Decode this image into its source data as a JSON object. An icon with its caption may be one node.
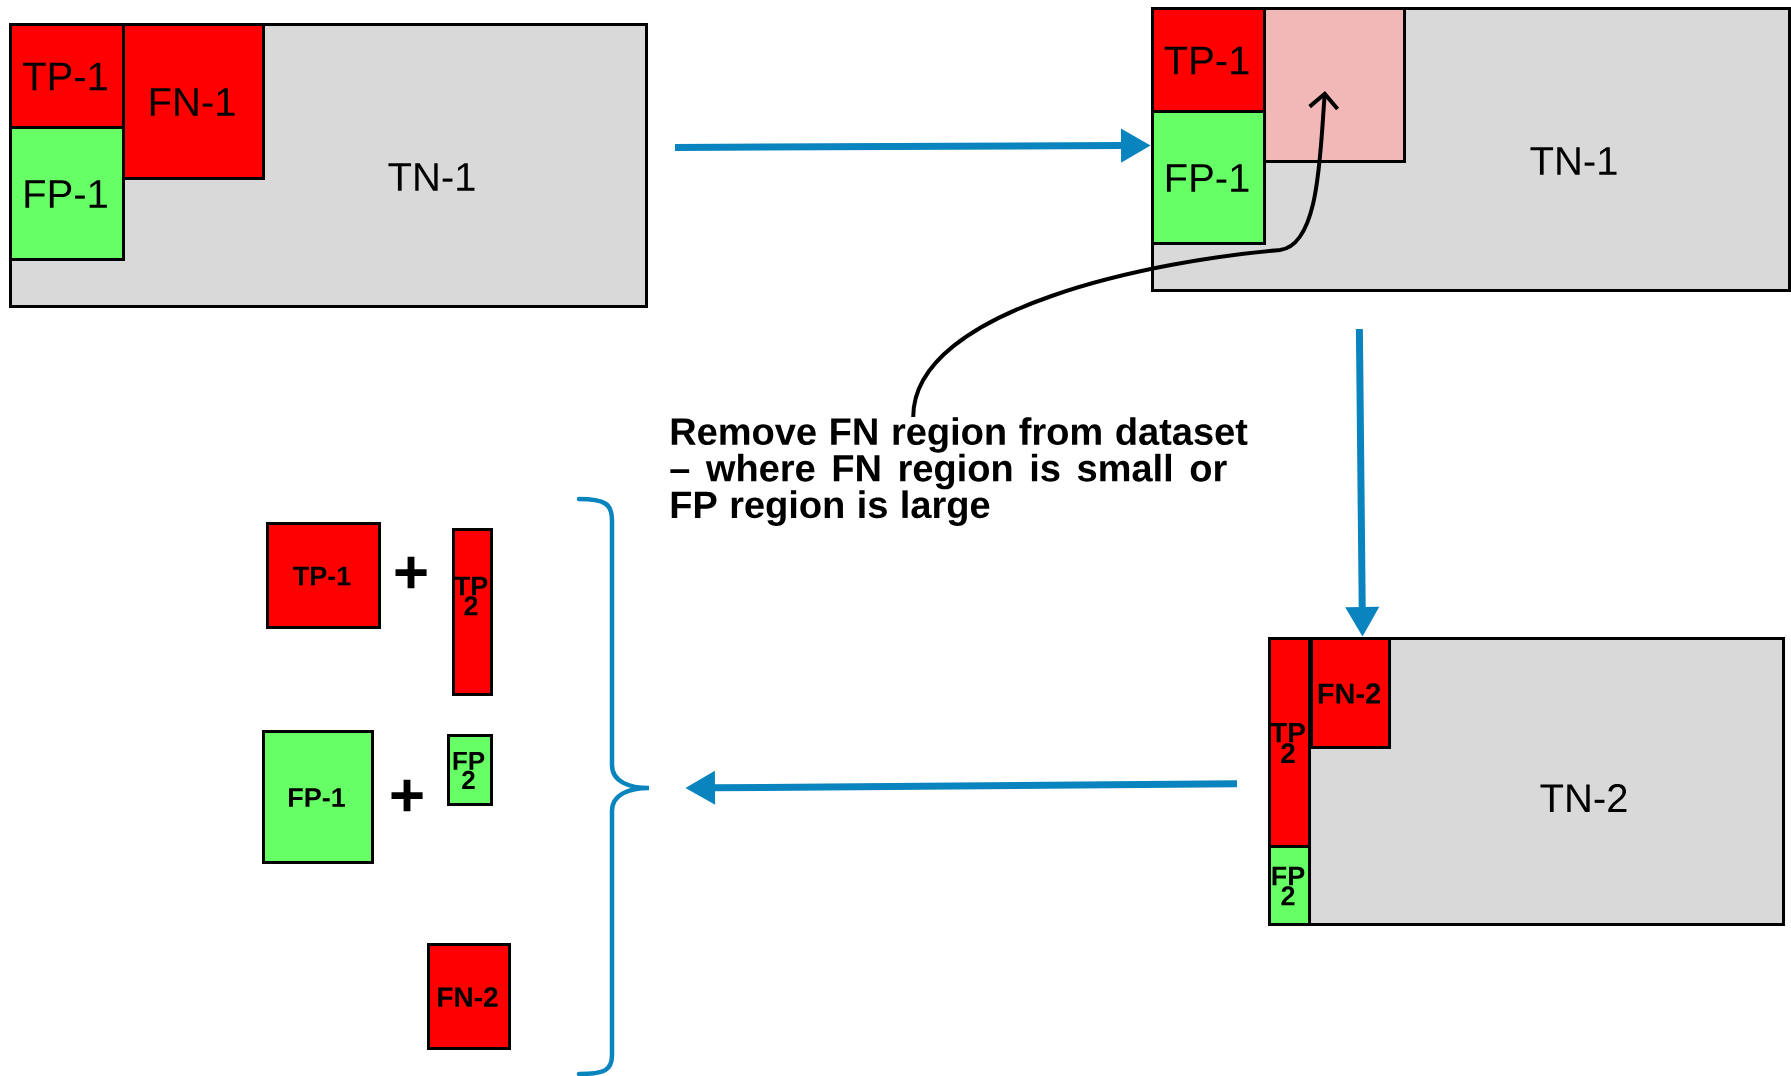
{
  "diagram": {
    "nodes": [
      {
        "text": [
          "TN-1"
        ]
      },
      {
        "text": [
          "TP-1"
        ],
        "in": 0
      },
      {
        "text": [
          "FN-1"
        ],
        "in": 0
      },
      {
        "text": [
          "FP-1"
        ],
        "in": 0
      },
      {
        "text": [
          "TN-1"
        ]
      },
      {
        "text": [
          "TP-1"
        ],
        "in": 4
      },
      {
        "text": [],
        "shape": "box",
        "in": 4
      },
      {
        "text": [
          "FP-1"
        ],
        "in": 4
      },
      {
        "text": [
          "Remove FN region from dataset – where FN region is small or FP region is large"
        ]
      },
      {
        "text": [
          "TN-2"
        ]
      },
      {
        "text": [
          "TP 2"
        ],
        "in": 9
      },
      {
        "text": [
          "FP 2"
        ],
        "in": 9
      },
      {
        "text": [
          "FN-2"
        ],
        "in": 9
      },
      {
        "text": [
          "TP-1"
        ]
      },
      {
        "text": [
          "TP 2"
        ]
      },
      {
        "text": [
          "FP-1"
        ]
      },
      {
        "text": [
          "FP 2"
        ]
      },
      {
        "text": [
          "FN-2"
        ]
      }
    ],
    "edges": [
      {
        "from": 0,
        "to": 4,
        "arrow": "to"
      },
      {
        "from": 4,
        "to": 9,
        "arrow": "to"
      },
      {
        "from": 9,
        "to": null,
        "arrow": "to"
      },
      {
        "from": 8,
        "to": 6,
        "arrow": "to",
        "color": "#000000"
      }
    ],
    "labels": [
      "+",
      "+"
    ]
  }
}
